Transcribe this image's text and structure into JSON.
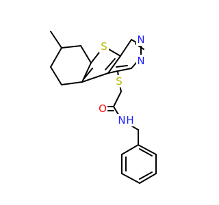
{
  "molecule": {
    "atoms": [
      {
        "id": "S1",
        "label": "S",
        "color": "#b8b800"
      },
      {
        "id": "N1",
        "label": "N",
        "color": "#1f1fff"
      },
      {
        "id": "N2",
        "label": "N",
        "color": "#1f1fff"
      },
      {
        "id": "S2",
        "label": "S",
        "color": "#b8b800"
      },
      {
        "id": "O1",
        "label": "O",
        "color": "#ff0d0d"
      },
      {
        "id": "N3",
        "label": "N",
        "color": "#1f1fff"
      },
      {
        "id": "H1",
        "label": "H",
        "color": "#1f1fff"
      }
    ],
    "bond_color": "#000000"
  }
}
